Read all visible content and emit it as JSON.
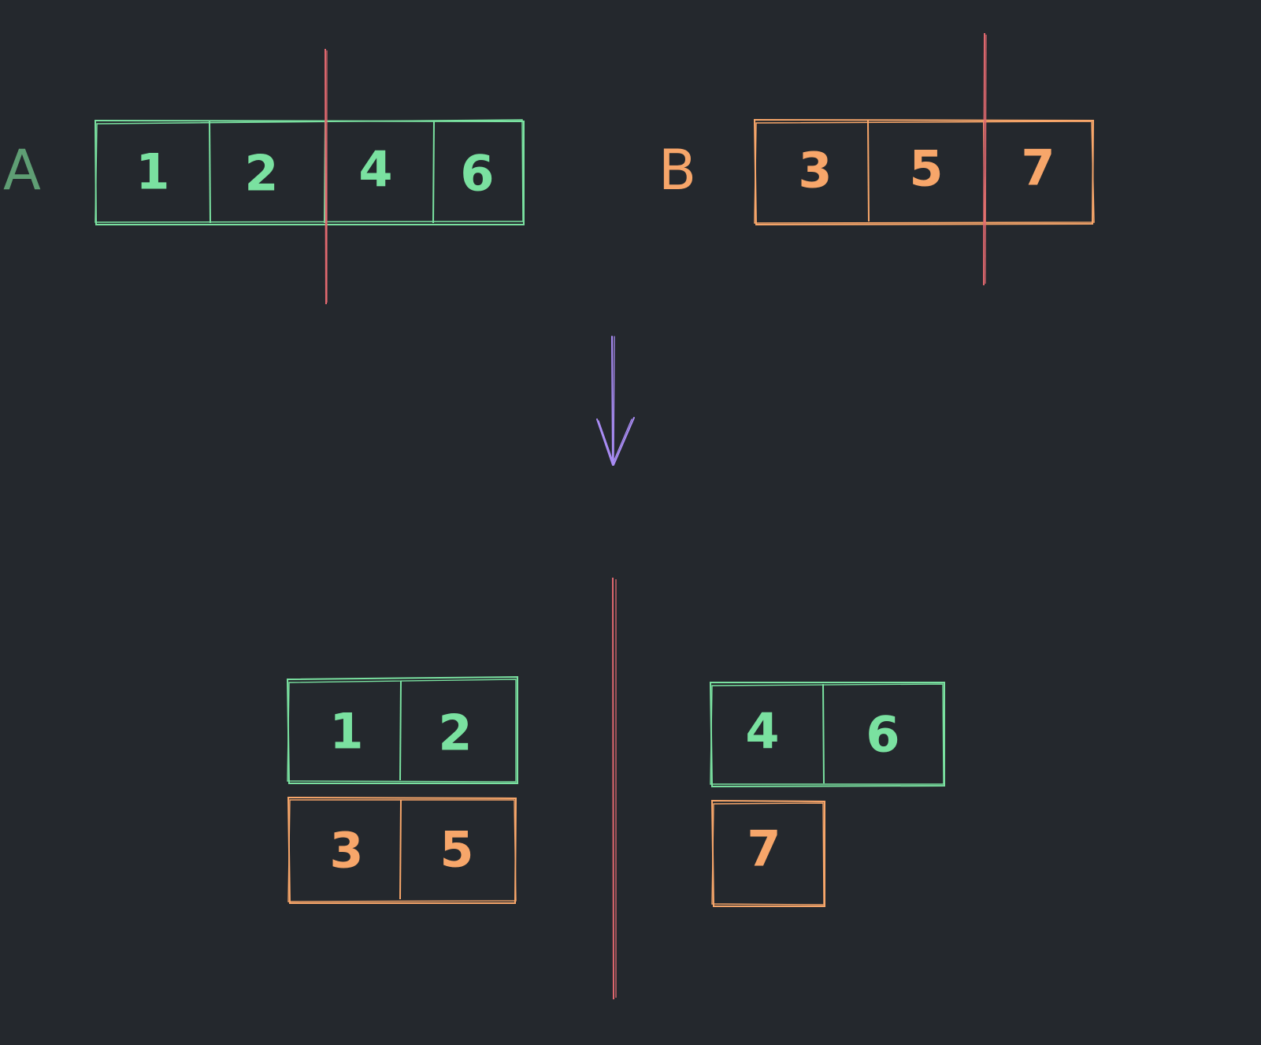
{
  "colors": {
    "background": "#24282d",
    "array_a": "#7ae1a0",
    "array_a_label": "#5f9e74",
    "array_b": "#f7a66a",
    "partition_line": "#e0686f",
    "arrow": "#a98cf4"
  },
  "top": {
    "array_a": {
      "label": "A",
      "cells": [
        "1",
        "2",
        "4",
        "6"
      ]
    },
    "array_b": {
      "label": "B",
      "cells": [
        "3",
        "5",
        "7"
      ]
    }
  },
  "bottom": {
    "left_half": {
      "a_cells": [
        "1",
        "2"
      ],
      "b_cells": [
        "3",
        "5"
      ]
    },
    "right_half": {
      "a_cells": [
        "4",
        "6"
      ],
      "b_cells": [
        "7"
      ]
    }
  }
}
